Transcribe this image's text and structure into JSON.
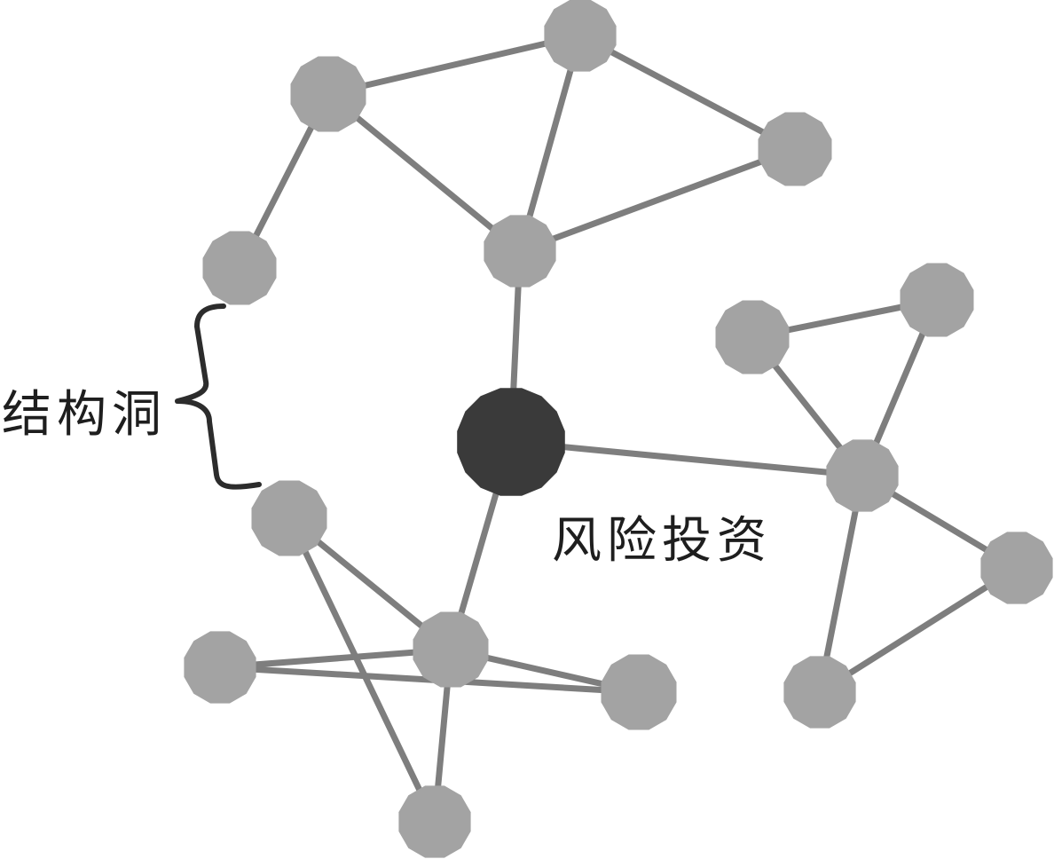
{
  "labels": {
    "structural_hole": "结构洞",
    "venture_capital": "风险投资"
  },
  "colors": {
    "node": "#a3a3a3",
    "central_node": "#3a3a3a",
    "edge": "#7e7e7e",
    "bracket": "#2c2c2c",
    "text": "#1e1e1e"
  },
  "nodes": [
    {
      "id": "vc",
      "role": "central"
    },
    {
      "id": "n1"
    },
    {
      "id": "n2"
    },
    {
      "id": "n3"
    },
    {
      "id": "n4"
    },
    {
      "id": "n5"
    },
    {
      "id": "n6"
    },
    {
      "id": "n7"
    },
    {
      "id": "n8"
    },
    {
      "id": "n9"
    },
    {
      "id": "n10"
    },
    {
      "id": "n11"
    },
    {
      "id": "n12"
    },
    {
      "id": "n13"
    },
    {
      "id": "n14"
    },
    {
      "id": "n15"
    },
    {
      "id": "n16"
    }
  ],
  "edges": [
    [
      "n1",
      "n2"
    ],
    [
      "n1",
      "n4"
    ],
    [
      "n1",
      "n5"
    ],
    [
      "n2",
      "n3"
    ],
    [
      "n2",
      "n4"
    ],
    [
      "n3",
      "n4"
    ],
    [
      "n4",
      "vc"
    ],
    [
      "vc",
      "n6"
    ],
    [
      "vc",
      "n7"
    ],
    [
      "n7",
      "n8"
    ],
    [
      "n7",
      "n9"
    ],
    [
      "n7",
      "n10"
    ],
    [
      "n7",
      "n11"
    ],
    [
      "n8",
      "n9"
    ],
    [
      "n10",
      "n11"
    ],
    [
      "n6",
      "n12"
    ],
    [
      "n6",
      "n13"
    ],
    [
      "n6",
      "n14"
    ],
    [
      "n6",
      "n15"
    ],
    [
      "n12",
      "n13"
    ],
    [
      "n14",
      "n15"
    ],
    [
      "n1",
      "n16"
    ]
  ]
}
